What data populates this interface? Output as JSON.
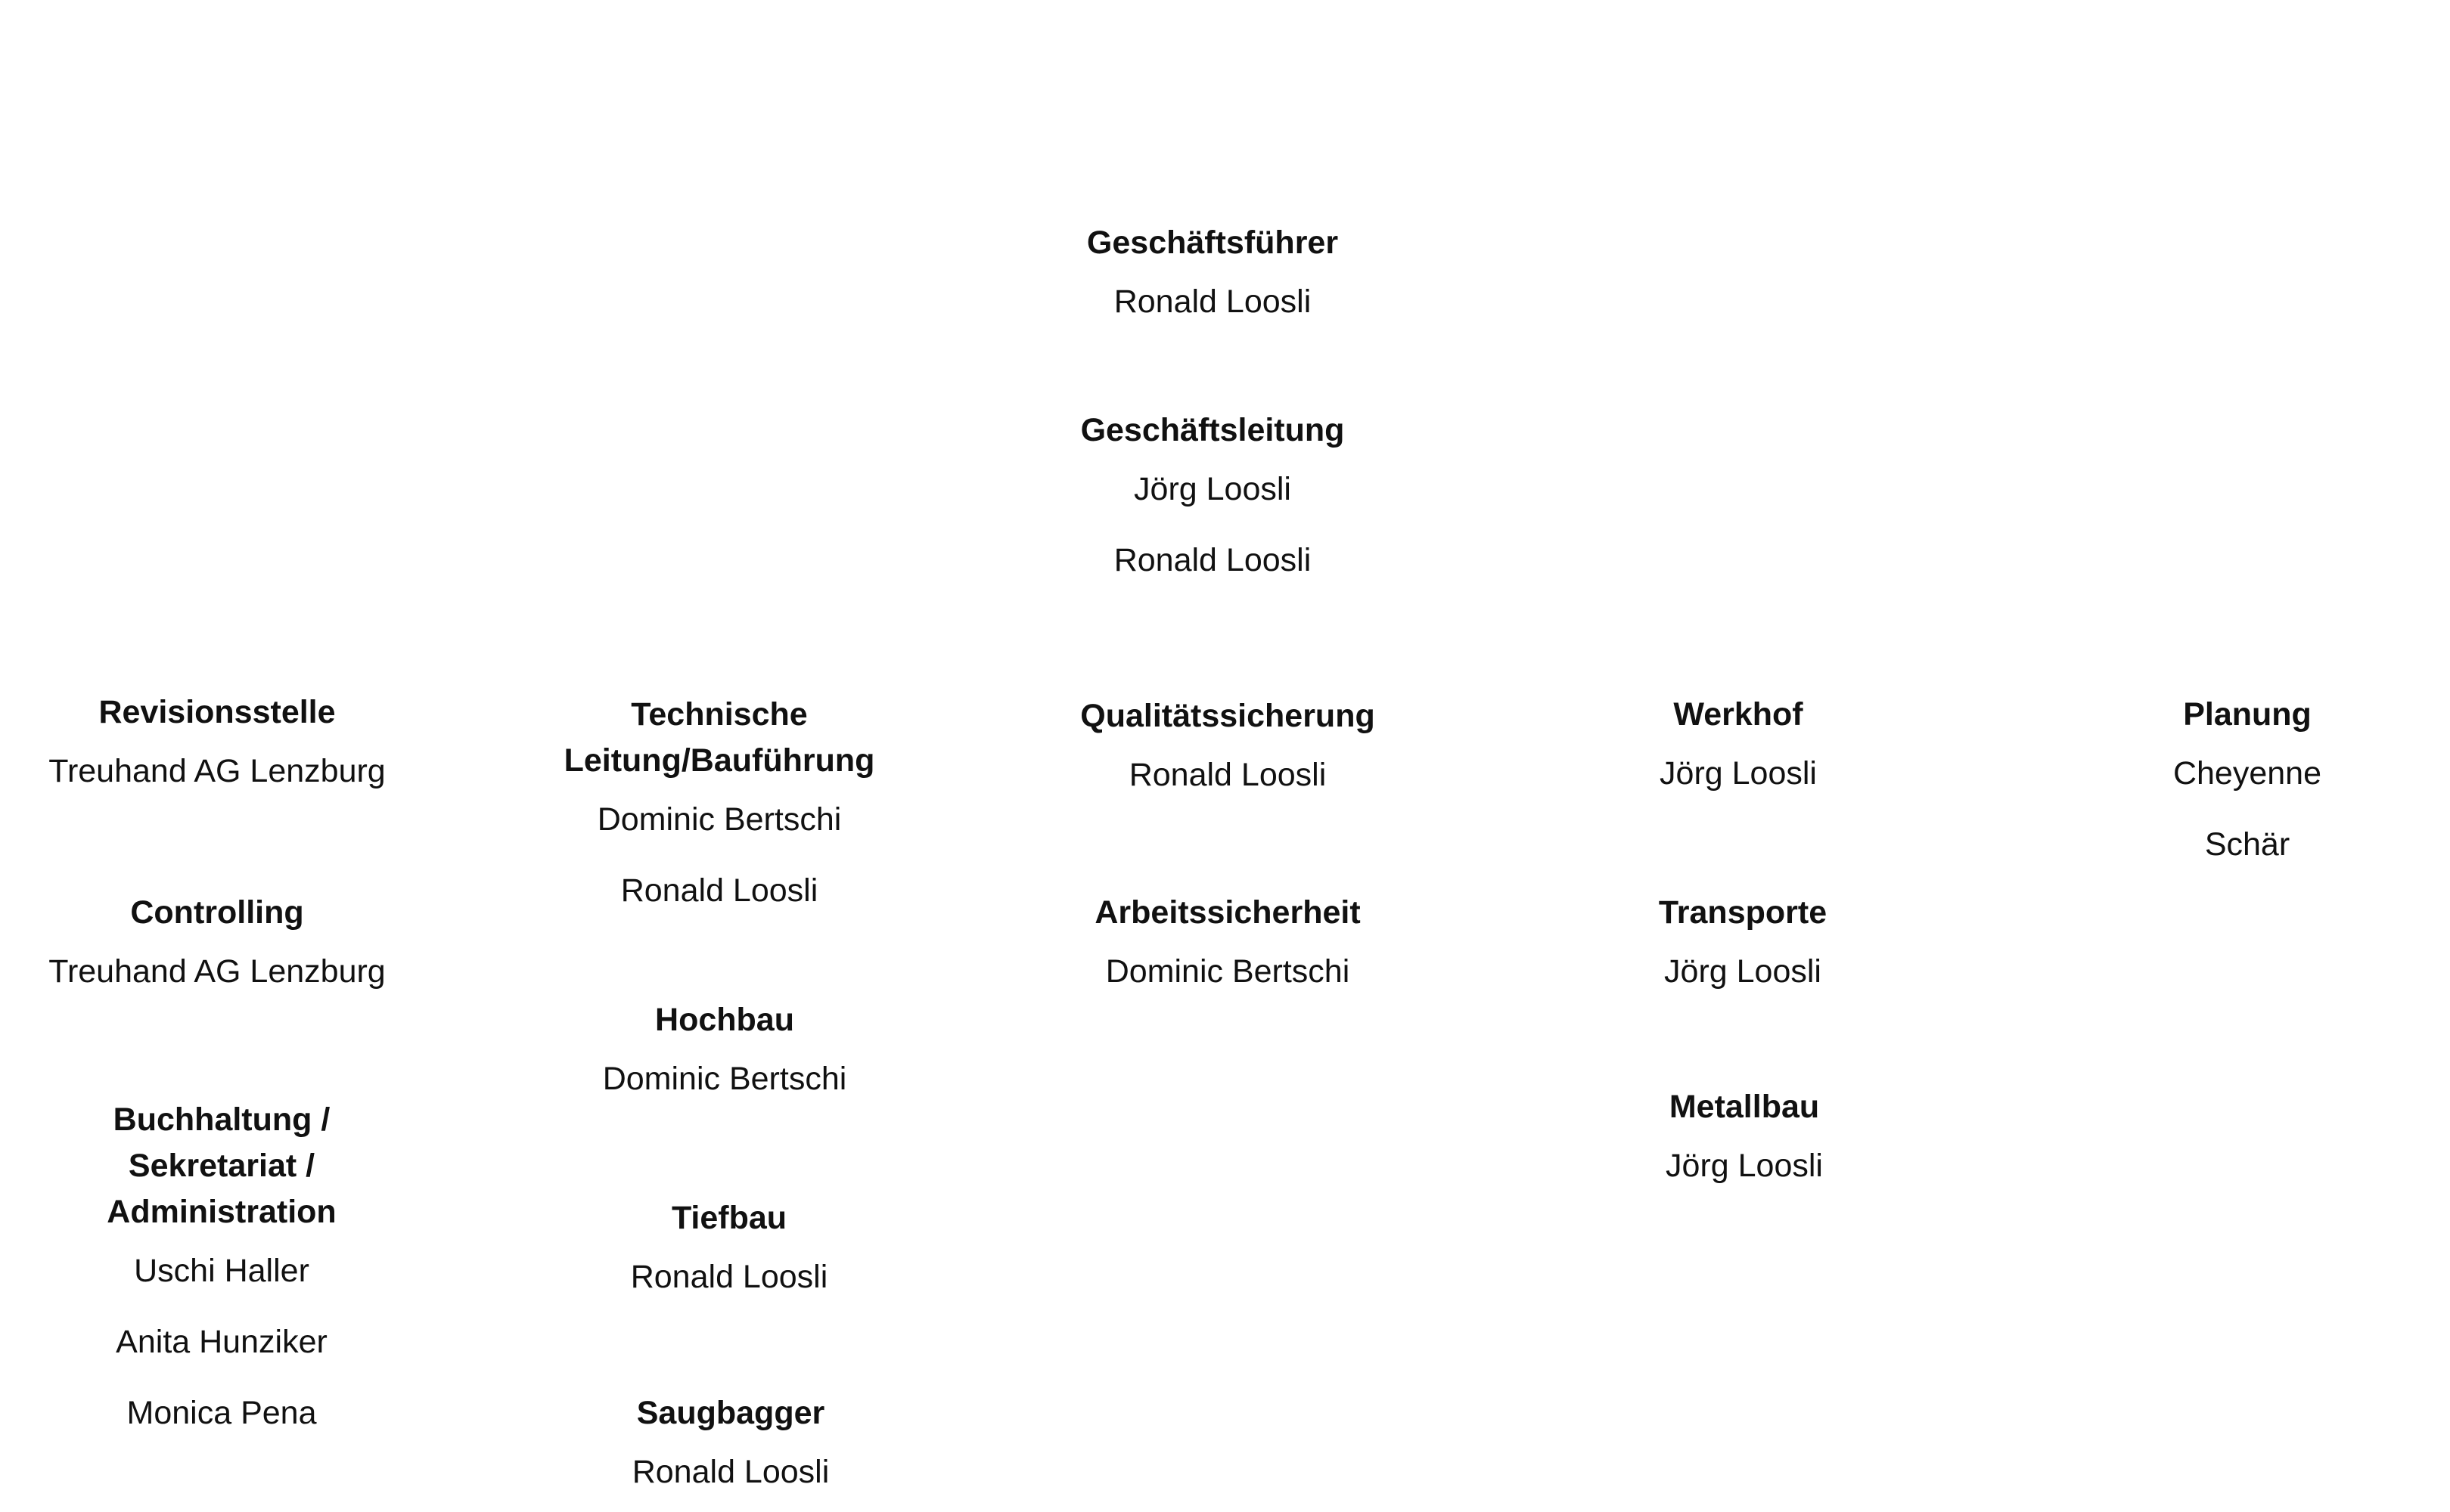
{
  "org_chart": {
    "top": {
      "ceo": {
        "title": "Geschäftsführer",
        "people": [
          "Ronald Loosli"
        ]
      },
      "management": {
        "title": "Geschäftsleitung",
        "people": [
          "Jörg Loosli",
          "Ronald Loosli"
        ]
      }
    },
    "columns": [
      {
        "units": [
          {
            "title": "Revisionsstelle",
            "people": [
              "Treuhand AG Lenzburg"
            ]
          },
          {
            "title": "Controlling",
            "people": [
              "Treuhand AG Lenzburg"
            ]
          },
          {
            "title": "Buchhaltung / Sekretariat / Administration",
            "title_lines": [
              "Buchhaltung /",
              "Sekretariat /",
              "Administration"
            ],
            "people": [
              "Uschi Haller",
              "Anita Hunziker",
              "Monica Pena"
            ]
          }
        ]
      },
      {
        "units": [
          {
            "title": "Technische Leitung/Bauführung",
            "title_lines": [
              "Technische",
              "Leitung/Bauführung"
            ],
            "people": [
              "Dominic Bertschi",
              "Ronald Loosli"
            ]
          },
          {
            "title": "Hochbau",
            "people": [
              "Dominic Bertschi"
            ]
          },
          {
            "title": "Tiefbau",
            "people": [
              "Ronald Loosli"
            ]
          },
          {
            "title": "Saugbagger",
            "people": [
              "Ronald Loosli"
            ]
          }
        ]
      },
      {
        "units": [
          {
            "title": "Qualitätssicherung",
            "people": [
              "Ronald Loosli"
            ]
          },
          {
            "title": "Arbeitssicherheit",
            "people": [
              "Dominic Bertschi"
            ]
          }
        ]
      },
      {
        "units": [
          {
            "title": "Werkhof",
            "people": [
              "Jörg Loosli"
            ]
          },
          {
            "title": "Transporte",
            "people": [
              "Jörg Loosli"
            ]
          },
          {
            "title": "Metallbau",
            "people": [
              "Jörg Loosli"
            ]
          }
        ]
      },
      {
        "units": [
          {
            "title": "Planung",
            "people": [
              "Cheyenne Schär"
            ]
          }
        ]
      }
    ]
  }
}
